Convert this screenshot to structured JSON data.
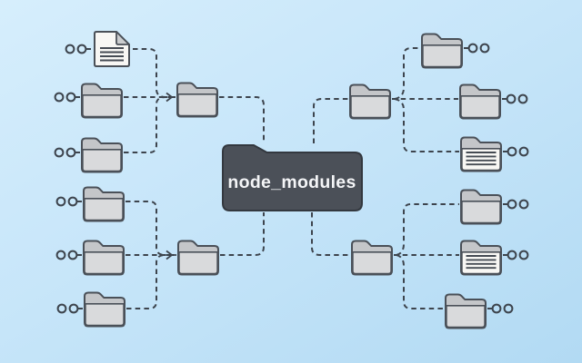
{
  "central_node": {
    "label": "node_modules",
    "icon": "dark-folder-icon"
  },
  "palette": {
    "background_top": "#d6eefc",
    "background_mid": "#c6e5f9",
    "background_bottom": "#b2daf3",
    "ink": "#3d444d",
    "folder_outline": "#4a5058",
    "folder_tab": "#c4c6c9",
    "folder_body": "#d9dadc",
    "paper": "#f8f7f4",
    "paper_fold": "#cbcdcf",
    "doc_line": "#454b53",
    "central_fill": "#4b5058",
    "central_outline": "#33383f",
    "central_text": "#f4f5f7"
  },
  "nodes": {
    "left_column": [
      "document-icon",
      "folder-icon",
      "folder-icon",
      "folder-icon",
      "folder-icon",
      "folder-icon"
    ],
    "left_branch_folders": [
      "folder-icon",
      "folder-icon"
    ],
    "right_branch_folders": [
      "folder-icon",
      "folder-icon"
    ],
    "right_column": [
      "folder-icon",
      "folder-icon",
      "lined-folder-icon",
      "folder-icon",
      "lined-folder-icon",
      "folder-icon"
    ],
    "connector_style": "dashed",
    "terminator_style": "double-circles"
  }
}
